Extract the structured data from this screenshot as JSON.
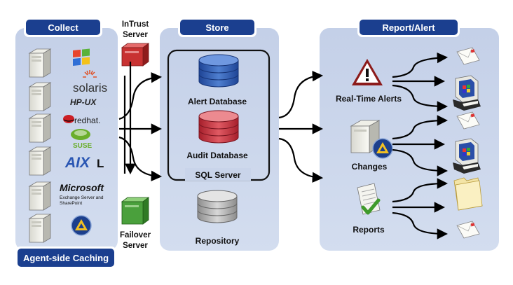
{
  "sections": {
    "collect": "Collect",
    "store": "Store",
    "report": "Report/Alert",
    "caching": "Agent-side Caching"
  },
  "intrust": {
    "line1": "InTrust",
    "line2": "Server"
  },
  "failover": {
    "line1": "Failover",
    "line2": "Server"
  },
  "store": {
    "alert_db": "Alert Database",
    "audit_db": "Audit Database",
    "sql_server": "SQL Server",
    "repository": "Repository"
  },
  "report": {
    "alerts": "Real-Time Alerts",
    "changes": "Changes",
    "reports": "Reports"
  },
  "logos": {
    "solaris": "solaris",
    "hpux": "HP-UX",
    "redhat": "redhat.",
    "suse": "SUSE",
    "aix": "AIX",
    "aix_suffix": "L",
    "microsoft": "Microsoft",
    "exchange1": "Exchange Server and",
    "exchange2": "SharePoint"
  },
  "colors": {
    "panel": "#c7d3ea",
    "header": "#1b3f8f",
    "header_text": "#ffffff",
    "arrow": "#000000",
    "db_blue": "#2f5db4",
    "db_red": "#c8323e",
    "db_gray": "#b0b0b0",
    "server_red": "#c83232",
    "server_green": "#4aa03c"
  }
}
